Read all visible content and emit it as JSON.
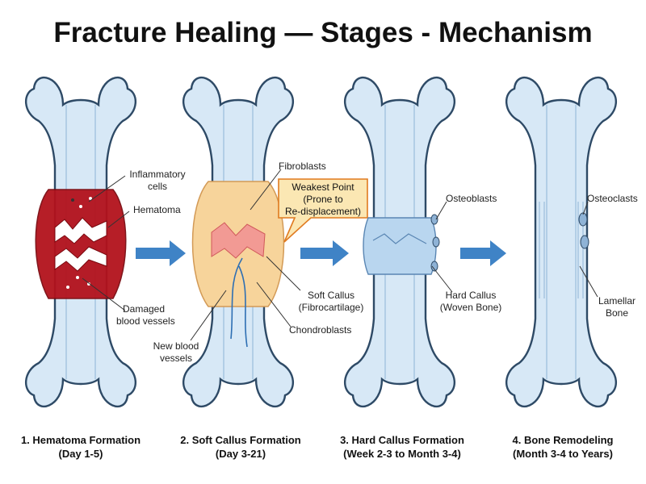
{
  "title": "Fracture Healing — Stages - Mechanism",
  "colors": {
    "bone": "#d7e8f6",
    "outline": "#2e4a66",
    "hematoma": "#b3121c",
    "soft_callus": "#f7d49b",
    "hard_callus": "#b9d6ef",
    "arrow": "#3f83c6",
    "callout": "#fbe7b3"
  },
  "stages": [
    {
      "caption_line1": "1. Hematoma Formation",
      "caption_line2": "(Day 1-5)",
      "labels": {
        "inflammatory_1": "Inflammatory",
        "inflammatory_2": "cells",
        "hematoma": "Hematoma",
        "damaged_1": "Damaged",
        "damaged_2": "blood vessels"
      }
    },
    {
      "caption_line1": "2. Soft Callus Formation",
      "caption_line2": "(Day 3-21)",
      "labels": {
        "fibroblasts": "Fibroblasts",
        "soft_callus_1": "Soft Callus",
        "soft_callus_2": "(Fibrocartilage)",
        "chondroblasts": "Chondroblasts",
        "new_vessels_1": "New blood",
        "new_vessels_2": "vessels"
      },
      "callout": {
        "line1": "Weakest Point",
        "line2": "(Prone to",
        "line3": "Re-displacement)"
      }
    },
    {
      "caption_line1": "3. Hard Callus Formation",
      "caption_line2": "(Week 2-3 to Month 3-4)",
      "labels": {
        "osteoblasts": "Osteoblasts",
        "hard_callus_1": "Hard Callus",
        "hard_callus_2": "(Woven Bone)"
      }
    },
    {
      "caption_line1": "4. Bone Remodeling",
      "caption_line2": "(Month 3-4 to Years)",
      "labels": {
        "osteoclasts": "Osteoclasts",
        "lamellar_1": "Lamellar",
        "lamellar_2": "Bone"
      }
    }
  ]
}
